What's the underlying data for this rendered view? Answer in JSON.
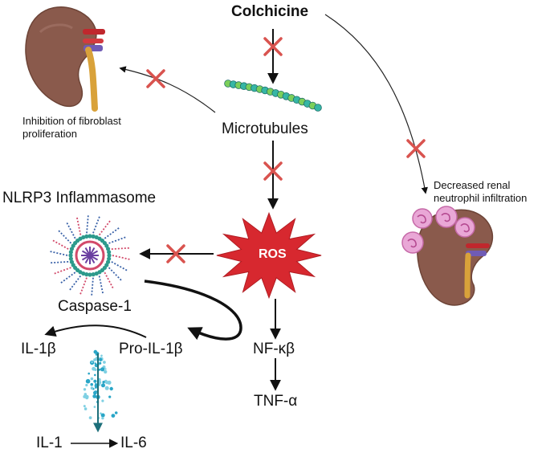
{
  "labels": {
    "colchicine": "Colchicine",
    "microtubules": "Microtubules",
    "fibroblast": "Inhibition of fibroblast proliferation",
    "fibroblast_line1": "Inhibition of fibroblast",
    "fibroblast_line2": "proliferation",
    "neutrophil_line1": "Decreased renal",
    "neutrophil_line2": "neutrophil infiltration",
    "nlrp3": "NLRP3 Inflammasome",
    "ros": "ROS",
    "caspase": "Caspase-1",
    "il1b": "IL-1β",
    "proil1b": "Pro-IL-1β",
    "nfkb": "NF-κβ",
    "tnfa": "TNF-α",
    "il1": "IL-1",
    "il6": "IL-6"
  },
  "icons": {
    "kidney_left": "kidney-icon",
    "kidney_right": "inflamed-kidney-icon",
    "microtubule": "microtubule-icon",
    "inflammasome": "inflammasome-icon",
    "cytokine_spray": "cytokine-release-icon"
  },
  "colors": {
    "inhibit_cross": "#d9534f",
    "ros_fill": "#d7282f",
    "kidney_body": "#8a5a4c",
    "neutrophil": "#e9a7d6"
  }
}
